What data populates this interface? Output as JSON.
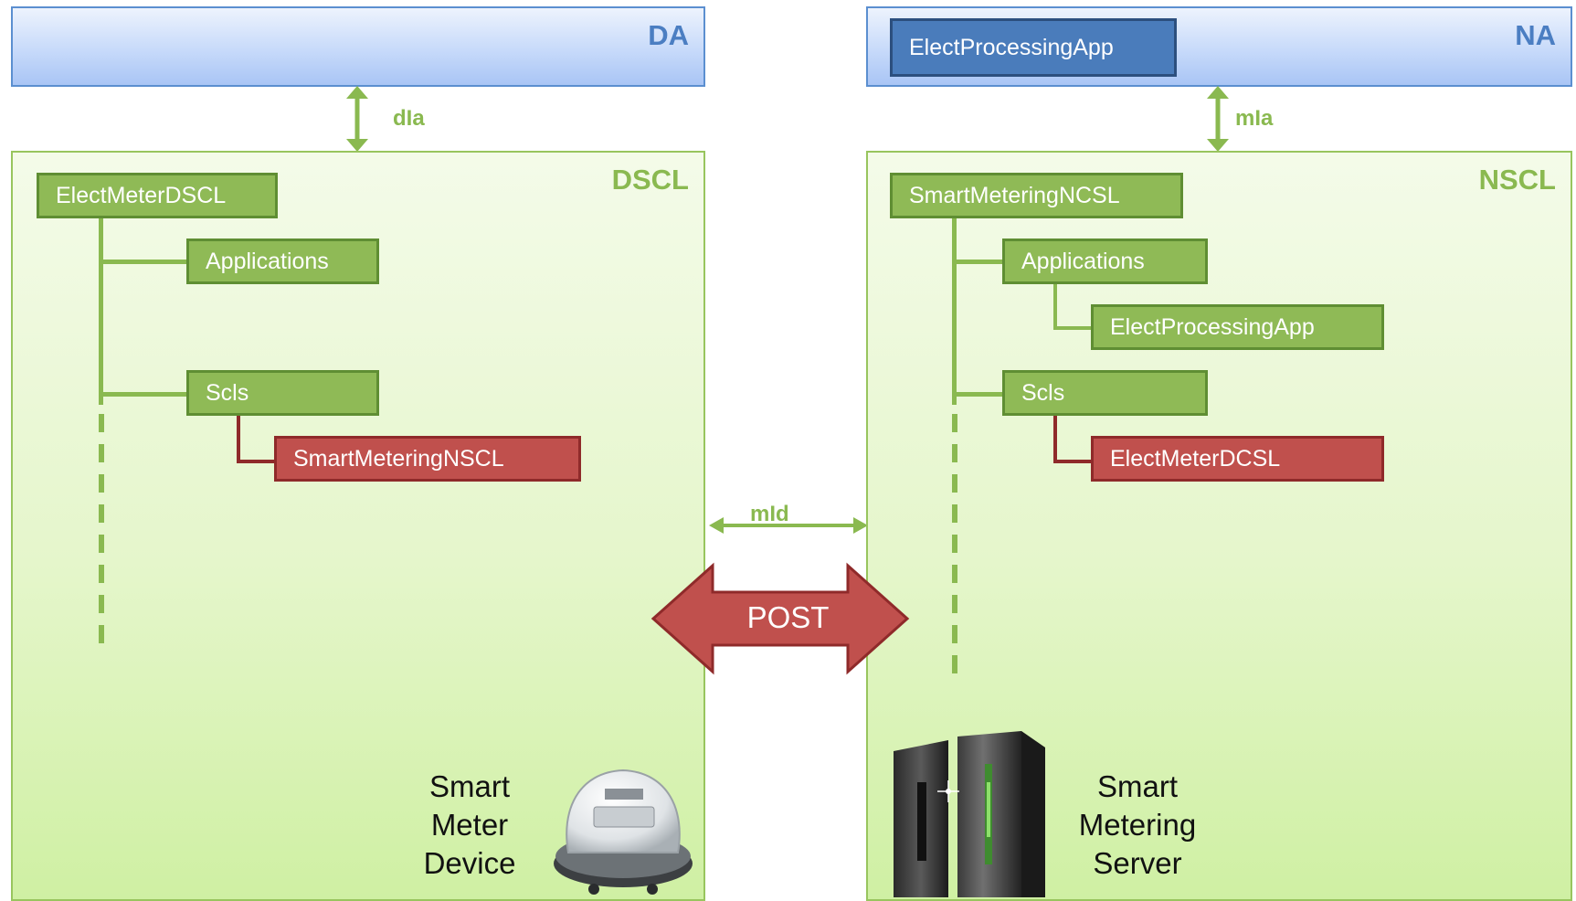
{
  "application_layer": {
    "da": {
      "label": "DA"
    },
    "na": {
      "label": "NA",
      "app": "ElectProcessingApp"
    }
  },
  "reference_points": {
    "dia": "dIa",
    "mia": "mIa",
    "mid": "mId"
  },
  "dscl": {
    "label": "DSCL",
    "root": "ElectMeterDSCL",
    "applications": "Applications",
    "scls": "Scls",
    "scl_entry": "SmartMeteringNSCL",
    "device": {
      "line1": "Smart",
      "line2": "Meter",
      "line3": "Device",
      "icon": "smart-meter-icon"
    }
  },
  "nscl": {
    "label": "NSCL",
    "root": "SmartMeteringNCSL",
    "applications": "Applications",
    "app_entry": "ElectProcessingApp",
    "scls": "Scls",
    "scl_entry": "ElectMeterDCSL",
    "device": {
      "line1": "Smart",
      "line2": "Metering",
      "line3": "Server",
      "icon": "server-icon"
    }
  },
  "message": {
    "label": "POST"
  },
  "colors": {
    "green_node": "#8fba56",
    "red_node": "#c0504d",
    "blue_node": "#4a7cbb",
    "panel_border": "#98c55e",
    "bar_border": "#5b8fd0"
  }
}
